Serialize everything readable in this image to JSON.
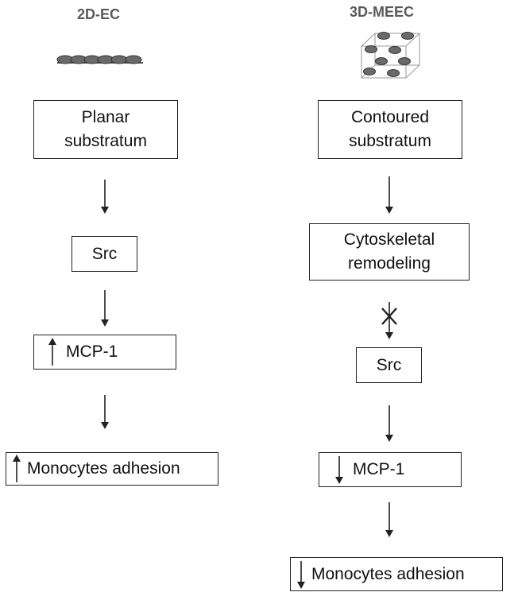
{
  "left_column": {
    "title": "2D-EC",
    "box_substratum": "Planar\nsubstratum",
    "box_src": "Src",
    "box_mcp": "MCP-1",
    "box_mcp_direction": "up",
    "box_adhesion": "Monocytes adhesion",
    "box_adhesion_direction": "up"
  },
  "right_column": {
    "title": "3D-MEEC",
    "box_substratum": "Contoured\nsubstratum",
    "box_remodeling": "Cytoskeletal\nremodeling",
    "box_src": "Src",
    "box_mcp": "MCP-1",
    "box_mcp_direction": "down",
    "box_adhesion": "Monocytes adhesion",
    "box_adhesion_direction": "down",
    "blocked_link": "Cytoskeletal remodeling to Src"
  },
  "colors": {
    "title_text": "#5a5a5a",
    "cell_fill": "#6a6a6a",
    "line": "#222222",
    "cube_edge": "#9a9a9a"
  }
}
